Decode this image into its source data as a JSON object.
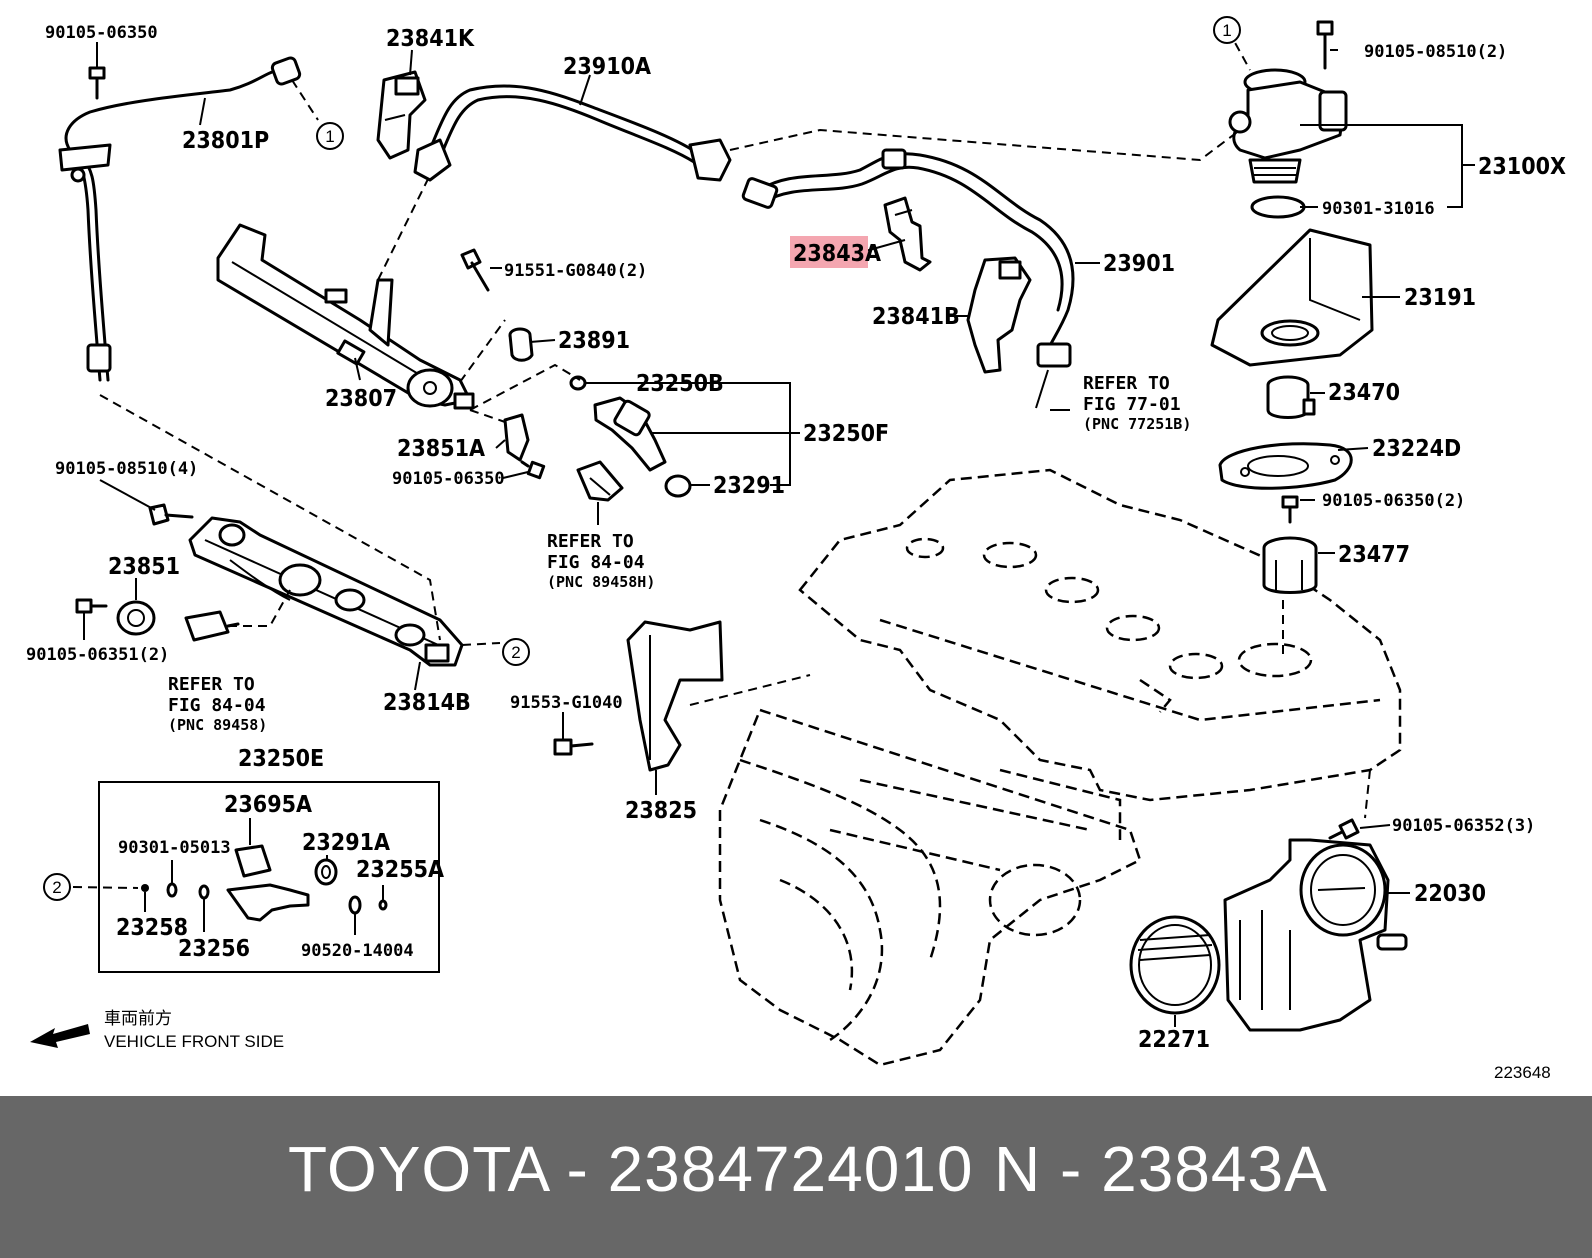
{
  "diagram": {
    "labels": {
      "p90105_06350_top": "90105-06350",
      "p23841K": "23841K",
      "p23910A": "23910A",
      "p23801P": "23801P",
      "p90105_08510_2": "90105-08510(2)",
      "p23100X": "23100X",
      "p90301_31016": "90301-31016",
      "p23843A": "23843A",
      "p23901": "23901",
      "p91551_G0840": "91551-G0840(2)",
      "p23191": "23191",
      "p23841B": "23841B",
      "p23891": "23891",
      "p23807": "23807",
      "p23250B": "23250B",
      "p23470": "23470",
      "p23224D": "23224D",
      "p23851A": "23851A",
      "p23250F": "23250F",
      "p90105_06350_mid": "90105-06350",
      "p23291": "23291",
      "p90105_06350_2": "90105-06350(2)",
      "p90105_08510_4": "90105-08510(4)",
      "p23477": "23477",
      "p23851": "23851",
      "p90105_06351": "90105-06351(2)",
      "p23814B": "23814B",
      "p91553_G1040": "91553-G1040",
      "p23825": "23825",
      "p23250E": "23250E",
      "p23695A": "23695A",
      "p90301_05013": "90301-05013",
      "p23291A": "23291A",
      "p23255A": "23255A",
      "p23258": "23258",
      "p23256": "23256",
      "p90520_14004": "90520-14004",
      "p90105_06352": "90105-06352(3)",
      "p22030": "22030",
      "p22271": "22271",
      "diagram_id": "223648"
    },
    "refs": {
      "r1_l1": "REFER TO",
      "r1_l2": "FIG 77-01",
      "r1_l3": "(PNC 77251B)",
      "r2_l1": "REFER TO",
      "r2_l2": "FIG 84-04",
      "r2_l3": "(PNC 89458H)",
      "r3_l1": "REFER TO",
      "r3_l2": "FIG 84-04",
      "r3_l3": "(PNC 89458)"
    },
    "circle_markers": {
      "one": "1",
      "two": "2"
    },
    "front_note": {
      "jp": "車両前方",
      "en": "VEHICLE FRONT SIDE"
    },
    "highlight_color": "#f4a6b0"
  },
  "banner": {
    "brand_part": "TOYOTA - 2384724010",
    "pnc": "N - 23843A",
    "background": "#676767"
  }
}
